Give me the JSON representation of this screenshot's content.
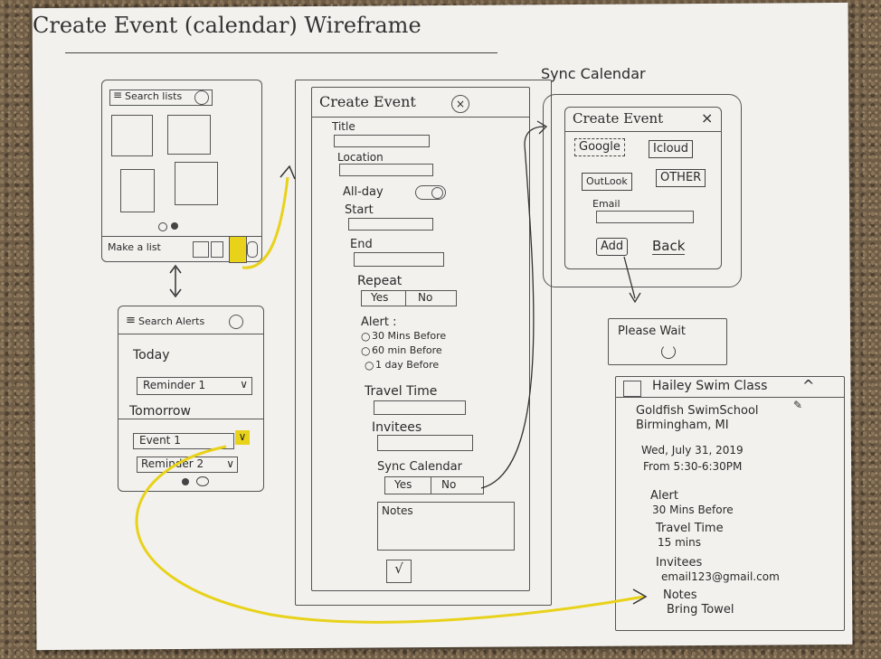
{
  "page_title": "Create Event (calendar) Wireframe",
  "home_screen": {
    "search_label": "Search lists",
    "bottom_label": "Make a list"
  },
  "alerts_screen": {
    "search_label": "Search Alerts",
    "today": "Today",
    "reminder1": "Reminder 1",
    "tomorrow": "Tomorrow",
    "event1": "Event 1",
    "reminder2": "Reminder 2"
  },
  "create_event": {
    "header": "Create Event",
    "title_label": "Title",
    "location_label": "Location",
    "allday_label": "All-day",
    "start_label": "Start",
    "end_label": "End",
    "repeat_label": "Repeat",
    "yes": "Yes",
    "no": "No",
    "alert_label": "Alert :",
    "alert_opt1": "30 Mins Before",
    "alert_opt2": "60 min Before",
    "alert_opt3": "1 day Before",
    "travel_label": "Travel Time",
    "invitees_label": "Invitees",
    "sync_label": "Sync Calendar",
    "notes_label": "Notes",
    "submit": "√"
  },
  "sync_calendar": {
    "heading": "Sync Calendar",
    "header": "Create Event",
    "close": "×",
    "google": "Google",
    "icloud": "Icloud",
    "outlook": "OutLook",
    "other": "OTHER",
    "email_label": "Email",
    "add": "Add",
    "back": "Back"
  },
  "please_wait": "Please Wait",
  "event_detail": {
    "title": "Hailey Swim Class",
    "place1": "Goldfish SwimSchool",
    "place2": "Birmingham, MI",
    "date": "Wed, July 31, 2019",
    "time": "From 5:30-6:30PM",
    "alert_label": "Alert",
    "alert_value": "30 Mins Before",
    "travel_label": "Travel Time",
    "travel_value": "15 mins",
    "invitees_label": "Invitees",
    "invitees_value": "email123@gmail.com",
    "notes_label": "Notes",
    "notes_value": "Bring Towel"
  },
  "colors": {
    "highlight": "#e8d21a",
    "ink": "#3a3a3a"
  }
}
